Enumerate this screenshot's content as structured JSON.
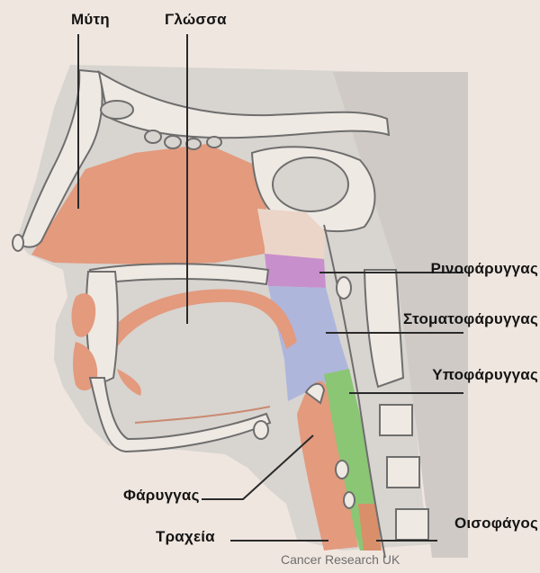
{
  "labels": {
    "nose": "Μύτη",
    "tongue": "Γλώσσα",
    "nasopharynx": "Ρινοφάρυγγας",
    "oropharynx": "Στοματοφάρυγγας",
    "hypopharynx": "Υποφάρυγγας",
    "pharynx": "Φάρυγγας",
    "trachea": "Τραχεία",
    "oesophagus": "Οισοφάγος"
  },
  "credit": "Cancer Research UK",
  "colors": {
    "background": "#efe6df",
    "tissue": "#d8d4d0",
    "bone_fill": "#efe9e3",
    "bone_line": "#6e6e6e",
    "nasal_cavity": "#e39a7d",
    "tongue": "#e39a7d",
    "nasopharynx": "#c78fcc",
    "oropharynx": "#aeb6dc",
    "hypopharynx": "#8bc675",
    "trachea": "#e39a7d",
    "soft_palate": "#ebd5c8",
    "leader_line": "#2a2a2a"
  }
}
